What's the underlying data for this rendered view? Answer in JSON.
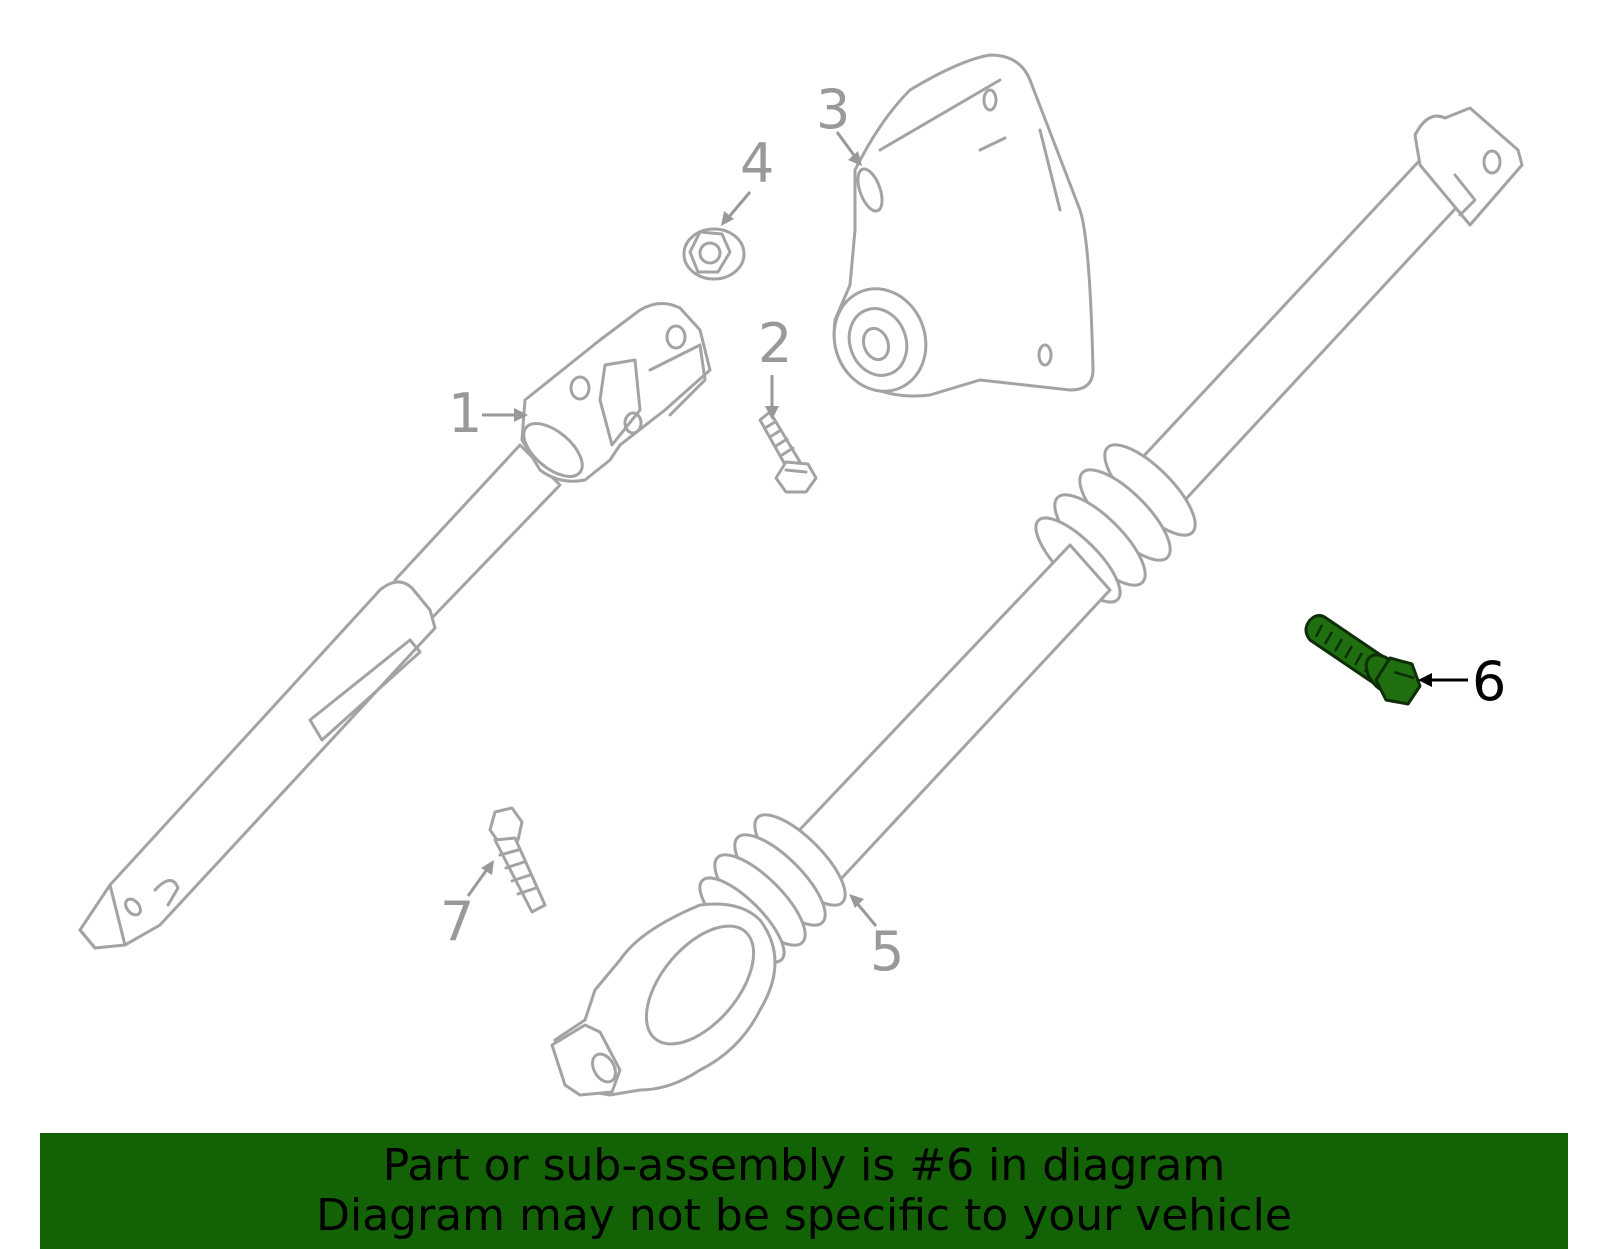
{
  "diagram": {
    "callouts": [
      {
        "id": "1",
        "label": "1"
      },
      {
        "id": "2",
        "label": "2"
      },
      {
        "id": "3",
        "label": "3"
      },
      {
        "id": "4",
        "label": "4"
      },
      {
        "id": "5",
        "label": "5"
      },
      {
        "id": "6",
        "label": "6"
      },
      {
        "id": "7",
        "label": "7"
      }
    ],
    "highlighted_part": "6",
    "colors": {
      "highlight_fill": "#1f6e10",
      "banner_bg": "#136206",
      "part_outline": "#a3a3a3",
      "callout_gray": "#999999"
    }
  },
  "banner": {
    "line1": "Part or sub-assembly is #6 in diagram",
    "line2": "Diagram may not be specific to your vehicle"
  }
}
